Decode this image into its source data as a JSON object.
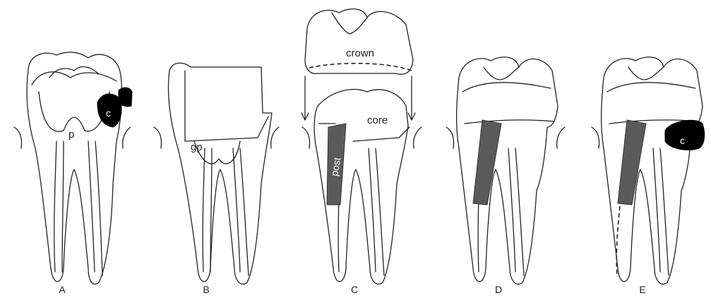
{
  "panels": [
    {
      "id": "A",
      "label": "A",
      "annotations": {
        "pulp": "p",
        "caries": "c"
      }
    },
    {
      "id": "B",
      "label": "B",
      "annotations": {
        "gutta_percha": "gp"
      }
    },
    {
      "id": "C",
      "label": "C",
      "annotations": {
        "crown": "crown",
        "core": "core",
        "post": "post"
      }
    },
    {
      "id": "D",
      "label": "D",
      "annotations": {}
    },
    {
      "id": "E",
      "label": "E",
      "annotations": {
        "caries": "c"
      }
    }
  ],
  "colors": {
    "outline": "#222222",
    "caries": "#000000",
    "post": "#5a5a5a",
    "background": "#ffffff"
  }
}
